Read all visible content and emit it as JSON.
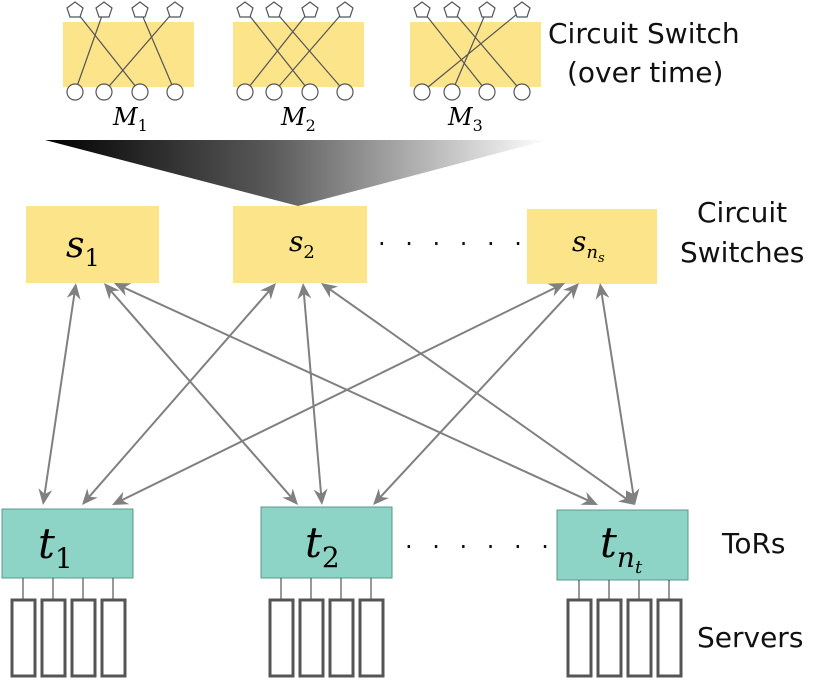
{
  "colors": {
    "switch_fill": "#fce48b",
    "tor_fill": "#8ed4c6",
    "tor_stroke": "#5b9a8c",
    "arrow": "#808080",
    "server_stroke": "#555555",
    "port_stroke": "#333333"
  },
  "labels": {
    "circuit_switch_over_time_line1": "Circuit Switch",
    "circuit_switch_over_time_line2": "(over time)",
    "circuit_switches_line1": "Circuit",
    "circuit_switches_line2": "Switches",
    "tors": "ToRs",
    "servers": "Servers",
    "switch_dots": ". . . . . .",
    "tor_dots": ". . . . . ."
  },
  "matchings": [
    {
      "base": "M",
      "sub": "1"
    },
    {
      "base": "M",
      "sub": "2"
    },
    {
      "base": "M",
      "sub": "3"
    }
  ],
  "switches": [
    {
      "base": "s",
      "sub": "1"
    },
    {
      "base": "s",
      "sub": "2"
    },
    {
      "base": "s",
      "sub": "n",
      "subsub": "s"
    }
  ],
  "tors": [
    {
      "base": "t",
      "sub": "1"
    },
    {
      "base": "t",
      "sub": "2"
    },
    {
      "base": "t",
      "sub": "n",
      "subsub": "t"
    }
  ],
  "servers_per_tor": 4
}
